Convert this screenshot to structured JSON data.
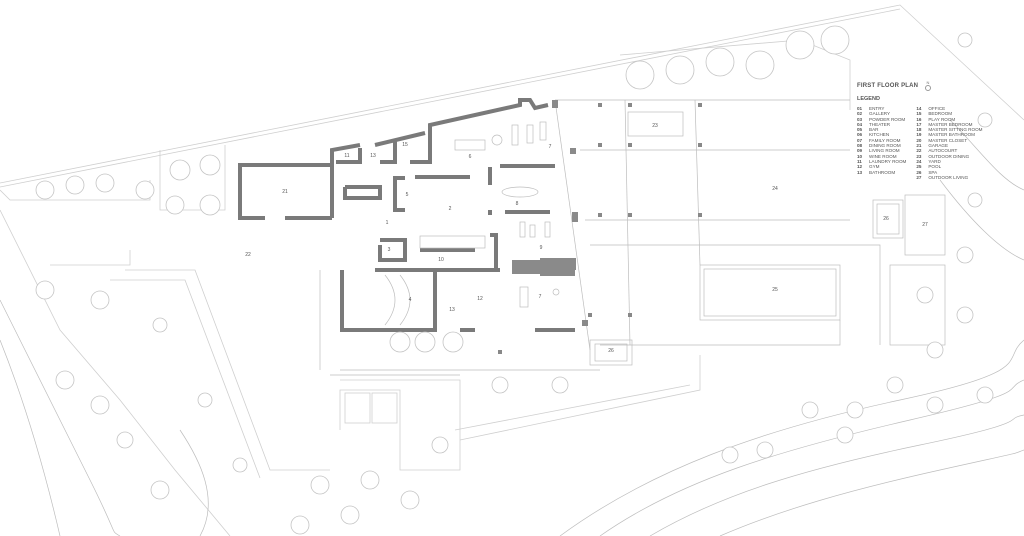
{
  "plan": {
    "title": "FIRST FLOOR PLAN",
    "legend_heading": "LEGEND",
    "north_label": "N",
    "legend": [
      {
        "num": "01",
        "label": "ENTRY"
      },
      {
        "num": "02",
        "label": "GALLERY"
      },
      {
        "num": "03",
        "label": "POWDER ROOM"
      },
      {
        "num": "04",
        "label": "THEATER"
      },
      {
        "num": "05",
        "label": "BAR"
      },
      {
        "num": "06",
        "label": "KITCHEN"
      },
      {
        "num": "07",
        "label": "FAMILY ROOM"
      },
      {
        "num": "08",
        "label": "DINING ROOM"
      },
      {
        "num": "09",
        "label": "LIVING ROOM"
      },
      {
        "num": "10",
        "label": "WINE ROOM"
      },
      {
        "num": "11",
        "label": "LAUNDRY ROOM"
      },
      {
        "num": "12",
        "label": "GYM"
      },
      {
        "num": "13",
        "label": "BATHROOM"
      },
      {
        "num": "14",
        "label": "OFFICE"
      },
      {
        "num": "15",
        "label": "BEDROOM"
      },
      {
        "num": "16",
        "label": "PLAY ROOM"
      },
      {
        "num": "17",
        "label": "MASTER BEDROOM"
      },
      {
        "num": "18",
        "label": "MASTER SITTING ROOM"
      },
      {
        "num": "19",
        "label": "MASTER BATHROOM"
      },
      {
        "num": "20",
        "label": "MASTER CLOSET"
      },
      {
        "num": "21",
        "label": "GARAGE"
      },
      {
        "num": "22",
        "label": "AUTOCOURT"
      },
      {
        "num": "23",
        "label": "OUTDOOR DINING"
      },
      {
        "num": "24",
        "label": "YARD"
      },
      {
        "num": "25",
        "label": "POOL"
      },
      {
        "num": "26",
        "label": "SPA"
      },
      {
        "num": "27",
        "label": "OUTDOOR LIVING"
      }
    ],
    "room_tags": {
      "garage": "21",
      "autocourt": "22",
      "laundry": "11",
      "bath_n": "13",
      "bedroom": "15",
      "kitchen": "6",
      "family_n": "7",
      "gallery": "2",
      "bar": "5",
      "dining": "8",
      "entry": "1",
      "living": "9",
      "wine": "10",
      "powder": "3",
      "theater": "4",
      "gym": "12",
      "bath_s": "13",
      "family_s": "7",
      "outdoor_dining": "23",
      "yard": "24",
      "pool": "25",
      "spa": "26",
      "outdoor_living": "27"
    }
  }
}
